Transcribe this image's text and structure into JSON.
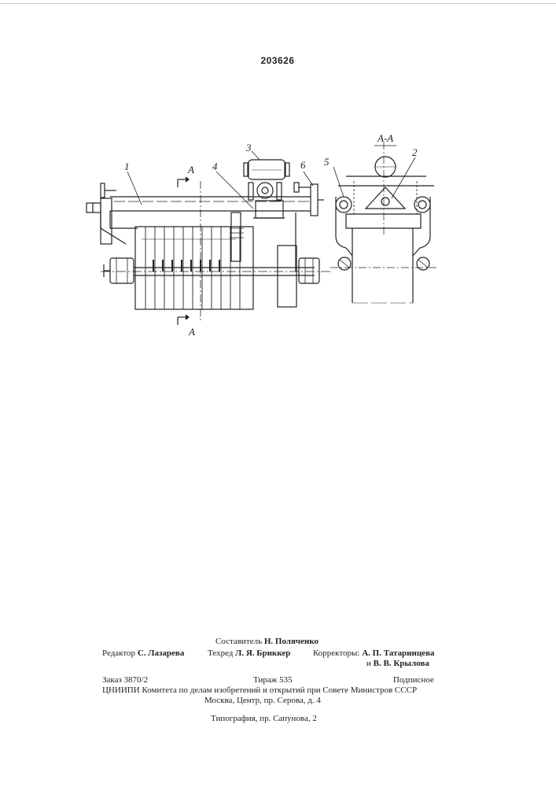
{
  "patent_number": "203626",
  "figure_labels": {
    "part_1": "1",
    "part_2": "2",
    "part_3": "3",
    "part_4": "4",
    "part_5": "5",
    "part_6": "6",
    "section_mark_top": "A",
    "section_mark_bottom": "A",
    "section_view_title": "А-А"
  },
  "credits": {
    "compiler_label": "Составитель",
    "compiler_name": "Н. Поляченко",
    "editor_label": "Редактор",
    "editor_name": "С. Лазарева",
    "techred_label": "Техред",
    "techred_name": "Л. Я. Бриккер",
    "correctors_label": "Корректоры:",
    "corrector_1": "А. П. Татаринцева",
    "corrector_2_prefix": "и",
    "corrector_2": "В. В. Крылова"
  },
  "imprint": {
    "order": "Заказ 3870/2",
    "circulation": "Тираж 535",
    "subscription": "Подписное",
    "institute": "ЦНИИПИ Комитета по делам изобретений и открытий при Совете Министров СССР",
    "address": "Москва, Центр, пр. Серова, д. 4",
    "printer": "Типография, пр. Сапунова, 2"
  }
}
